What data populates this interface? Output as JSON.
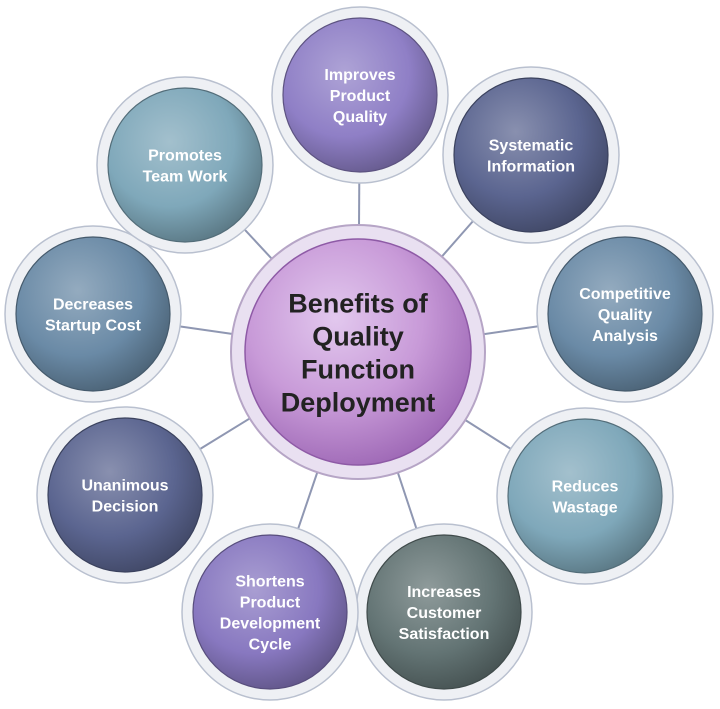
{
  "center": {
    "lines": [
      "Benefits of",
      "Quality",
      "Function",
      "Deployment"
    ]
  },
  "nodes": [
    {
      "id": "improves-product-quality",
      "lines": [
        "Improves",
        "Product",
        "Quality"
      ],
      "color": "#8f7fc6"
    },
    {
      "id": "systematic-information",
      "lines": [
        "Systematic",
        "Information"
      ],
      "color": "#5b6590"
    },
    {
      "id": "competitive-quality-analysis",
      "lines": [
        "Competitive",
        "Quality",
        "Analysis"
      ],
      "color": "#6a8aa6"
    },
    {
      "id": "reduces-wastage",
      "lines": [
        "Reduces",
        "Wastage"
      ],
      "color": "#7fa8ba"
    },
    {
      "id": "increases-customer-satisfaction",
      "lines": [
        "Increases",
        "Customer",
        "Satisfaction"
      ],
      "color": "#637474"
    },
    {
      "id": "shortens-product-development-cycle",
      "lines": [
        "Shortens",
        "Product",
        "Development",
        "Cycle"
      ],
      "color": "#8878c0"
    },
    {
      "id": "unanimous-decision",
      "lines": [
        "Unanimous",
        "Decision"
      ],
      "color": "#5b6590"
    },
    {
      "id": "decreases-startup-cost",
      "lines": [
        "Decreases",
        "Startup Cost"
      ],
      "color": "#6a8aa6"
    },
    {
      "id": "promotes-team-work",
      "lines": [
        "Promotes",
        "Team Work"
      ],
      "color": "#7fa8ba"
    }
  ]
}
